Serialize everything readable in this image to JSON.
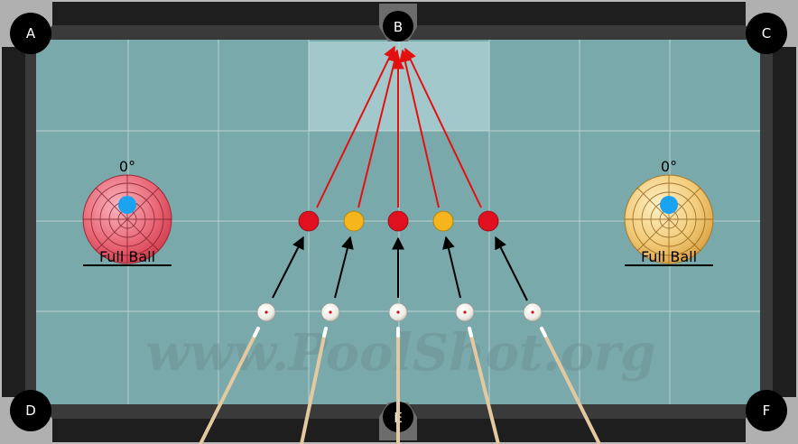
{
  "pockets": [
    {
      "label": "A"
    },
    {
      "label": "B"
    },
    {
      "label": "C"
    },
    {
      "label": "D"
    },
    {
      "label": "E"
    },
    {
      "label": "F"
    }
  ],
  "target_pocket": "B",
  "cue_tip_diagrams": [
    {
      "angle_label": "0°",
      "caption": "Full Ball",
      "ball_color": "red"
    },
    {
      "angle_label": "0°",
      "caption": "Full Ball",
      "ball_color": "yellow"
    }
  ],
  "object_balls": [
    "red",
    "yellow",
    "red",
    "yellow",
    "red"
  ],
  "cue_ball_count": 5,
  "watermark": "www.PoolShot.org",
  "colors": {
    "cloth": "#7aa9ab",
    "rail": "#1e1e1e",
    "rail_edge": "#2a2a2a",
    "highlight_zone": "#a3c8cb",
    "grid": "#cfe0e0",
    "red_ball": "#e0101e",
    "yellow_ball": "#f6b51a",
    "cue_ball": "#f2f2ee",
    "aim_arrow": "#000000",
    "path_arrow": "#e31010",
    "tip_marker": "#1aa3f0",
    "cue_stick": "#e3c8a0",
    "watermark": "#6f9395"
  }
}
